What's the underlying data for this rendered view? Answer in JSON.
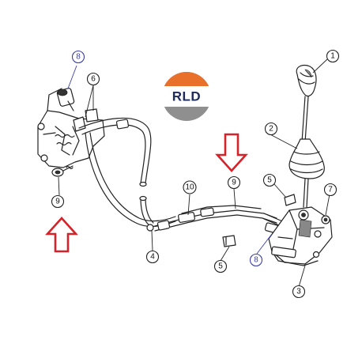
{
  "logo": {
    "text": "RLD",
    "colors": {
      "ring_orange": "#e8702a",
      "ring_grey": "#8f8f8f",
      "text_navy": "#1f2a5c"
    }
  },
  "callouts": [
    {
      "id": "c1",
      "label": "1",
      "style": "black"
    },
    {
      "id": "c2",
      "label": "2",
      "style": "black"
    },
    {
      "id": "c3",
      "label": "3",
      "style": "black"
    },
    {
      "id": "c4",
      "label": "4",
      "style": "black"
    },
    {
      "id": "c5a",
      "label": "5",
      "style": "black"
    },
    {
      "id": "c5b",
      "label": "5",
      "style": "black"
    },
    {
      "id": "c6",
      "label": "6",
      "style": "black"
    },
    {
      "id": "c7",
      "label": "7",
      "style": "black"
    },
    {
      "id": "c8a",
      "label": "8",
      "style": "blue"
    },
    {
      "id": "c8b",
      "label": "8",
      "style": "blue"
    },
    {
      "id": "c9a",
      "label": "9",
      "style": "black"
    },
    {
      "id": "c9b",
      "label": "9",
      "style": "black"
    },
    {
      "id": "c10",
      "label": "10",
      "style": "black"
    }
  ],
  "arrows": {
    "color": "#d6232a",
    "items": [
      {
        "id": "arrow-up",
        "direction": "up"
      },
      {
        "id": "arrow-down",
        "direction": "down"
      }
    ]
  },
  "colors": {
    "line": "#222222",
    "blue_callout": "#3b3fa8",
    "background": "#ffffff"
  }
}
